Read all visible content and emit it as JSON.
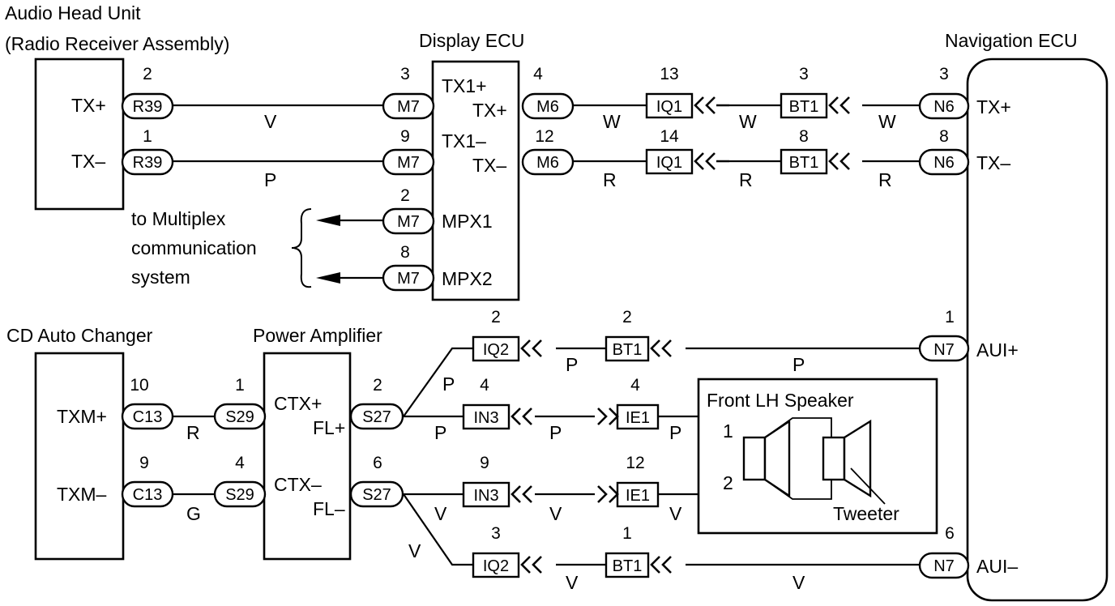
{
  "components": {
    "audio_head_unit": {
      "title_line1": "Audio Head Unit",
      "title_line2": "(Radio Receiver Assembly)",
      "pin_tx_plus": "TX+",
      "pin_tx_minus": "TX–"
    },
    "display_ecu": {
      "title": "Display ECU",
      "tx1_plus": "TX1+",
      "tx_plus": "TX+",
      "tx1_minus": "TX1–",
      "tx_minus": "TX–",
      "mpx1": "MPX1",
      "mpx2": "MPX2"
    },
    "navigation_ecu": {
      "title": "Navigation ECU",
      "tx_plus": "TX+",
      "tx_minus": "TX–",
      "aui_plus": "AUI+",
      "aui_minus": "AUI–"
    },
    "cd_auto_changer": {
      "title": "CD Auto Changer",
      "txm_plus": "TXM+",
      "txm_minus": "TXM–"
    },
    "power_amplifier": {
      "title": "Power Amplifier",
      "ctx_plus": "CTX+",
      "fl_plus": "FL+",
      "ctx_minus": "CTX–",
      "fl_minus": "FL–"
    },
    "front_lh_speaker": {
      "title": "Front LH Speaker",
      "pin1": "1",
      "pin2": "2",
      "tweeter": "Tweeter"
    }
  },
  "multiplex_note": {
    "line1": "to Multiplex",
    "line2": "communication",
    "line3": "system"
  },
  "connectors": {
    "r39_a": {
      "id": "R39",
      "pin": "2"
    },
    "r39_b": {
      "id": "R39",
      "pin": "1"
    },
    "m7_a": {
      "id": "M7",
      "pin": "3"
    },
    "m7_b": {
      "id": "M7",
      "pin": "9"
    },
    "m7_c": {
      "id": "M7",
      "pin": "2"
    },
    "m7_d": {
      "id": "M7",
      "pin": "8"
    },
    "m6_a": {
      "id": "M6",
      "pin": "4"
    },
    "m6_b": {
      "id": "M6",
      "pin": "12"
    },
    "iq1_a": {
      "id": "IQ1",
      "pin": "13"
    },
    "iq1_b": {
      "id": "IQ1",
      "pin": "14"
    },
    "bt1_a": {
      "id": "BT1",
      "pin": "3"
    },
    "bt1_b": {
      "id": "BT1",
      "pin": "8"
    },
    "n6_a": {
      "id": "N6",
      "pin": "3"
    },
    "n6_b": {
      "id": "N6",
      "pin": "8"
    },
    "iq2_a": {
      "id": "IQ2",
      "pin": "2"
    },
    "bt1_c": {
      "id": "BT1",
      "pin": "2"
    },
    "n7_a": {
      "id": "N7",
      "pin": "1"
    },
    "c13_a": {
      "id": "C13",
      "pin": "10"
    },
    "c13_b": {
      "id": "C13",
      "pin": "9"
    },
    "s29_a": {
      "id": "S29",
      "pin": "1"
    },
    "s29_b": {
      "id": "S29",
      "pin": "4"
    },
    "s27_a": {
      "id": "S27",
      "pin": "2"
    },
    "s27_b": {
      "id": "S27",
      "pin": "6"
    },
    "in3_a": {
      "id": "IN3",
      "pin": "4"
    },
    "in3_b": {
      "id": "IN3",
      "pin": "9"
    },
    "ie1_a": {
      "id": "IE1",
      "pin": "4"
    },
    "ie1_b": {
      "id": "IE1",
      "pin": "12"
    },
    "iq2_b": {
      "id": "IQ2",
      "pin": "3"
    },
    "bt1_d": {
      "id": "BT1",
      "pin": "1"
    },
    "n7_b": {
      "id": "N7",
      "pin": "6"
    }
  },
  "wire_colors": {
    "w1": "V",
    "w2": "P",
    "w3": "W",
    "w4": "W",
    "w5": "W",
    "w6": "R",
    "w7": "R",
    "w8": "R",
    "w9": "P",
    "w10": "P",
    "w11": "R",
    "w12": "G",
    "w13": "P",
    "w14": "P",
    "w15": "P",
    "w16": "P",
    "w17": "V",
    "w18": "V",
    "w19": "V",
    "w20": "V",
    "w21": "V",
    "w22": "V"
  }
}
